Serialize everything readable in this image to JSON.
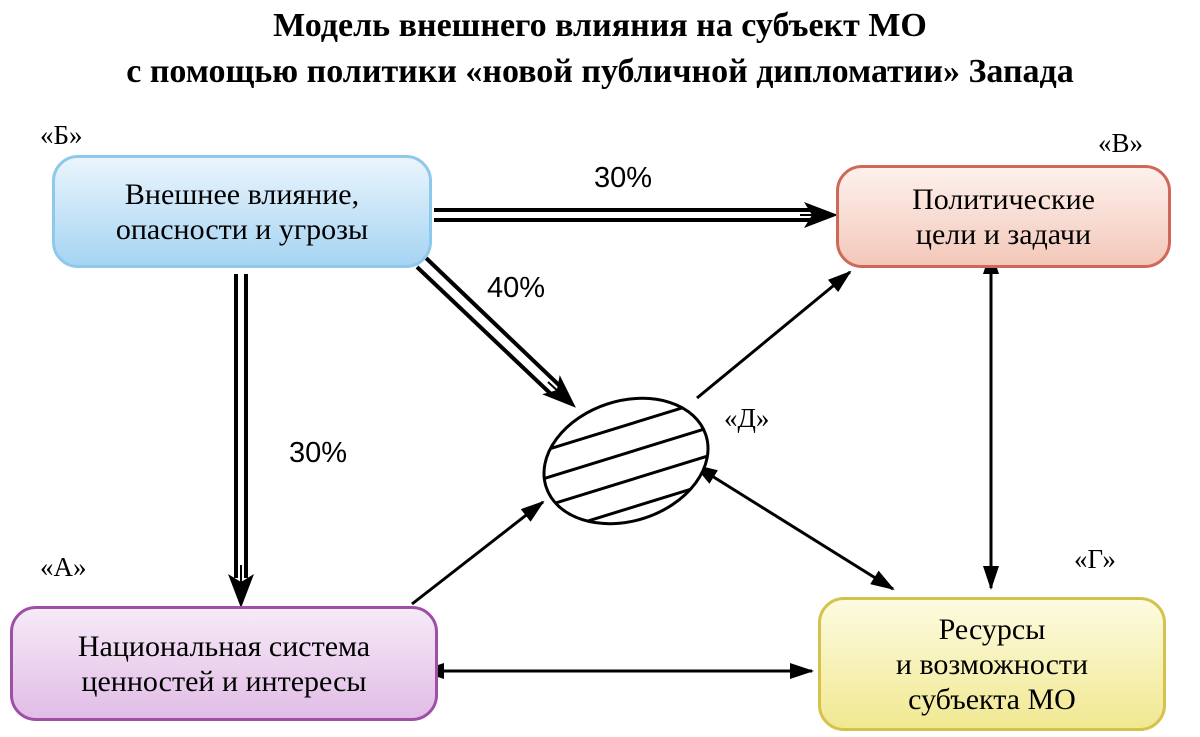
{
  "title": {
    "line1": "Модель внешнего влияния на субъект МО",
    "line2": "с помощью политики «новой публичной дипломатии» Запада"
  },
  "labels": {
    "b": "«Б»",
    "v": "«В»",
    "a": "«А»",
    "g": "«Г»",
    "d": "«Д»"
  },
  "nodes": {
    "b": {
      "line1": "Внешнее влияние,",
      "line2": "опасности и угрозы"
    },
    "v": {
      "line1": "Политические",
      "line2": "цели и задачи"
    },
    "a": {
      "line1": "Национальная система",
      "line2": "ценностей и интересы"
    },
    "g": {
      "line1": "Ресурсы",
      "line2": "и возможности",
      "line3": "субъекта МО"
    }
  },
  "edges": {
    "b_to_v_pct": "30%",
    "b_to_d_pct": "40%",
    "b_to_a_pct": "30%"
  }
}
